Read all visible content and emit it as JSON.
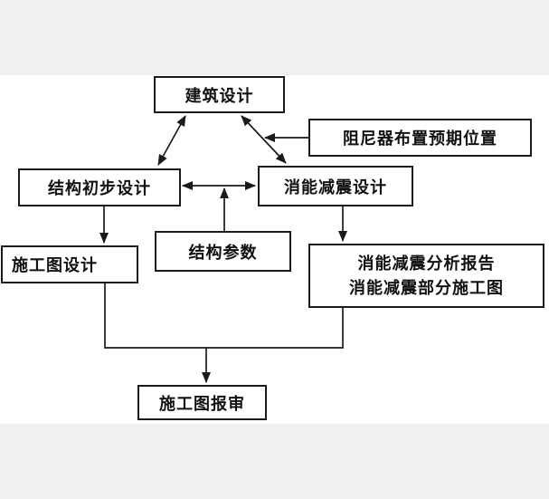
{
  "page": {
    "background_color": "#ffffff",
    "band_color": "#f0f0f0",
    "line_color": "#1a1a1a",
    "node_fill": "#ffffff",
    "node_border": "#1a1a1a"
  },
  "nodes": {
    "building_design": {
      "label": "建筑设计"
    },
    "damper_expected_position": {
      "label": "阻尼器布置预期位置"
    },
    "structural_preliminary_design": {
      "label": "结构初步设计"
    },
    "energy_dissipation_design": {
      "label": "消能减震设计"
    },
    "structural_parameters": {
      "label": "结构参数"
    },
    "construction_drawing_design": {
      "label": "施工图设计"
    },
    "analysis_report": {
      "line1": "消能减震分析报告",
      "line2": "消能减震部分施工图"
    },
    "drawing_submission": {
      "label": "施工图报审"
    }
  },
  "edges": [
    {
      "from": "building_design",
      "to": "structural_preliminary_design",
      "arrows": "both"
    },
    {
      "from": "building_design",
      "to": "energy_dissipation_design",
      "arrows": "both"
    },
    {
      "from": "damper_expected_position",
      "to": "building_design-energy_dissipation_design-link",
      "arrows": "end"
    },
    {
      "from": "structural_preliminary_design",
      "to": "energy_dissipation_design",
      "arrows": "both"
    },
    {
      "from": "structural_parameters",
      "to": "structural_preliminary_design-energy_dissipation_design-link",
      "arrows": "end"
    },
    {
      "from": "structural_preliminary_design",
      "to": "construction_drawing_design",
      "arrows": "end"
    },
    {
      "from": "energy_dissipation_design",
      "to": "analysis_report",
      "arrows": "end"
    },
    {
      "from": "construction_drawing_design",
      "to": "drawing_submission",
      "arrows": "end",
      "via": "merge"
    },
    {
      "from": "analysis_report",
      "to": "drawing_submission",
      "arrows": "end",
      "via": "merge"
    }
  ]
}
